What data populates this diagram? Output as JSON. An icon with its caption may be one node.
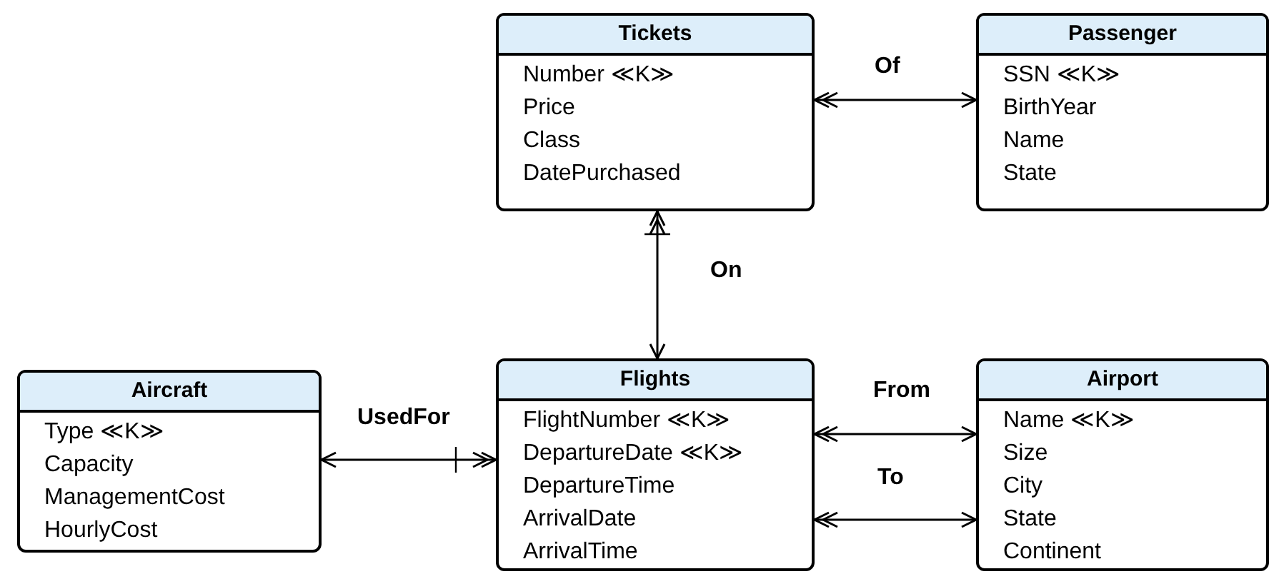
{
  "diagram": {
    "nodes": [
      {
        "text": [
          "Tickets",
          "Number ≪K≫",
          "Price",
          "Class",
          "DatePurchased"
        ]
      },
      {
        "text": [
          "Passenger",
          "SSN ≪K≫",
          "BirthYear",
          "Name",
          "State"
        ]
      },
      {
        "text": [
          "Aircraft",
          "Type ≪K≫",
          "Capacity",
          "ManagementCost",
          "HourlyCost"
        ]
      },
      {
        "text": [
          "Flights",
          "FlightNumber ≪K≫",
          "DepartureDate ≪K≫",
          "DepartureTime",
          "ArrivalDate",
          "ArrivalTime"
        ]
      },
      {
        "text": [
          "Airport",
          "Name ≪K≫",
          "Size",
          "City",
          "State",
          "Continent"
        ]
      }
    ],
    "edges": [
      {
        "from": 0,
        "to": 1,
        "arrow": "both",
        "label": "Of"
      },
      {
        "from": 0,
        "to": 3,
        "arrow": "both",
        "label": "On"
      },
      {
        "from": 2,
        "to": 3,
        "arrow": "both",
        "label": "UsedFor"
      },
      {
        "from": 3,
        "to": 4,
        "arrow": "both",
        "label": "From"
      },
      {
        "from": 3,
        "to": 4,
        "arrow": "both",
        "label": "To"
      }
    ]
  }
}
